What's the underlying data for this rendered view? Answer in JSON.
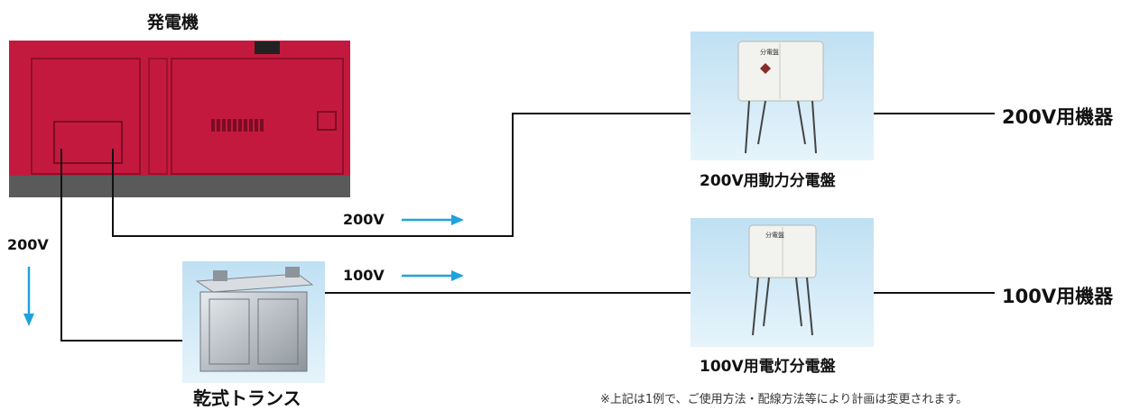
{
  "generator_title": "発電機",
  "generator_voltage": "200V",
  "line_200v_label": "200V",
  "line_100v_label": "100V",
  "transformer_label": "乾式トランス",
  "panel_power_label": "200V用動力分電盤",
  "panel_light_label": "100V用電灯分電盤",
  "device_200v_label": "200V用機器",
  "device_100v_label": "100V用機器",
  "panel_door_text": "分電盤",
  "footnote": "※上記は1例で、ご使用方法・配線方法等により計画は変更されます。",
  "colors": {
    "generator_body": "#c4193f",
    "generator_base": "#5a5a5a",
    "arrow": "#1fa3dc",
    "panel_bg": "#cfe8f5",
    "wire": "#111111"
  }
}
